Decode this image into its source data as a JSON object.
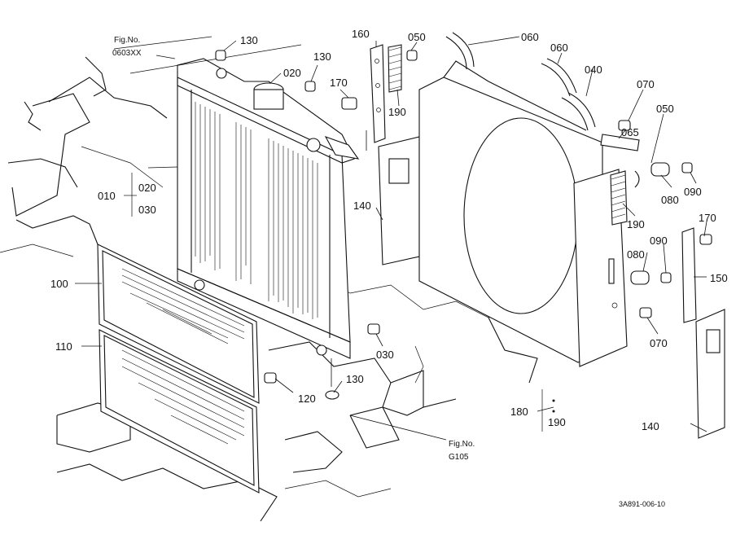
{
  "figure_refs": {
    "top": {
      "caption": "Fig.No.",
      "code": "0603XX"
    },
    "bottom": {
      "caption": "Fig.No.",
      "code": "G105"
    }
  },
  "callouts": {
    "c130_top": "130",
    "c130_mid": "130",
    "c130_bot": "130",
    "c020": "020",
    "c170_left": "170",
    "c160": "160",
    "c050_top": "050",
    "c060_a": "060",
    "c060_b": "060",
    "c040": "040",
    "c070_top": "070",
    "c050_right": "050",
    "c065": "065",
    "c190_a": "190",
    "c190_b": "190",
    "c080_a": "080",
    "c090_a": "090",
    "c170_right": "170",
    "c080_b": "080",
    "c090_b": "090",
    "c150": "150",
    "c070_bot": "070",
    "c140_left": "140",
    "c140_right": "140",
    "c030": "030",
    "c100": "100",
    "c110": "110",
    "c120": "120",
    "c180": "180",
    "c190_c": "190"
  },
  "radiator_group": {
    "main": "010",
    "sub1": "020",
    "sub2": "030"
  },
  "drawing_id": "3A891-006-10"
}
